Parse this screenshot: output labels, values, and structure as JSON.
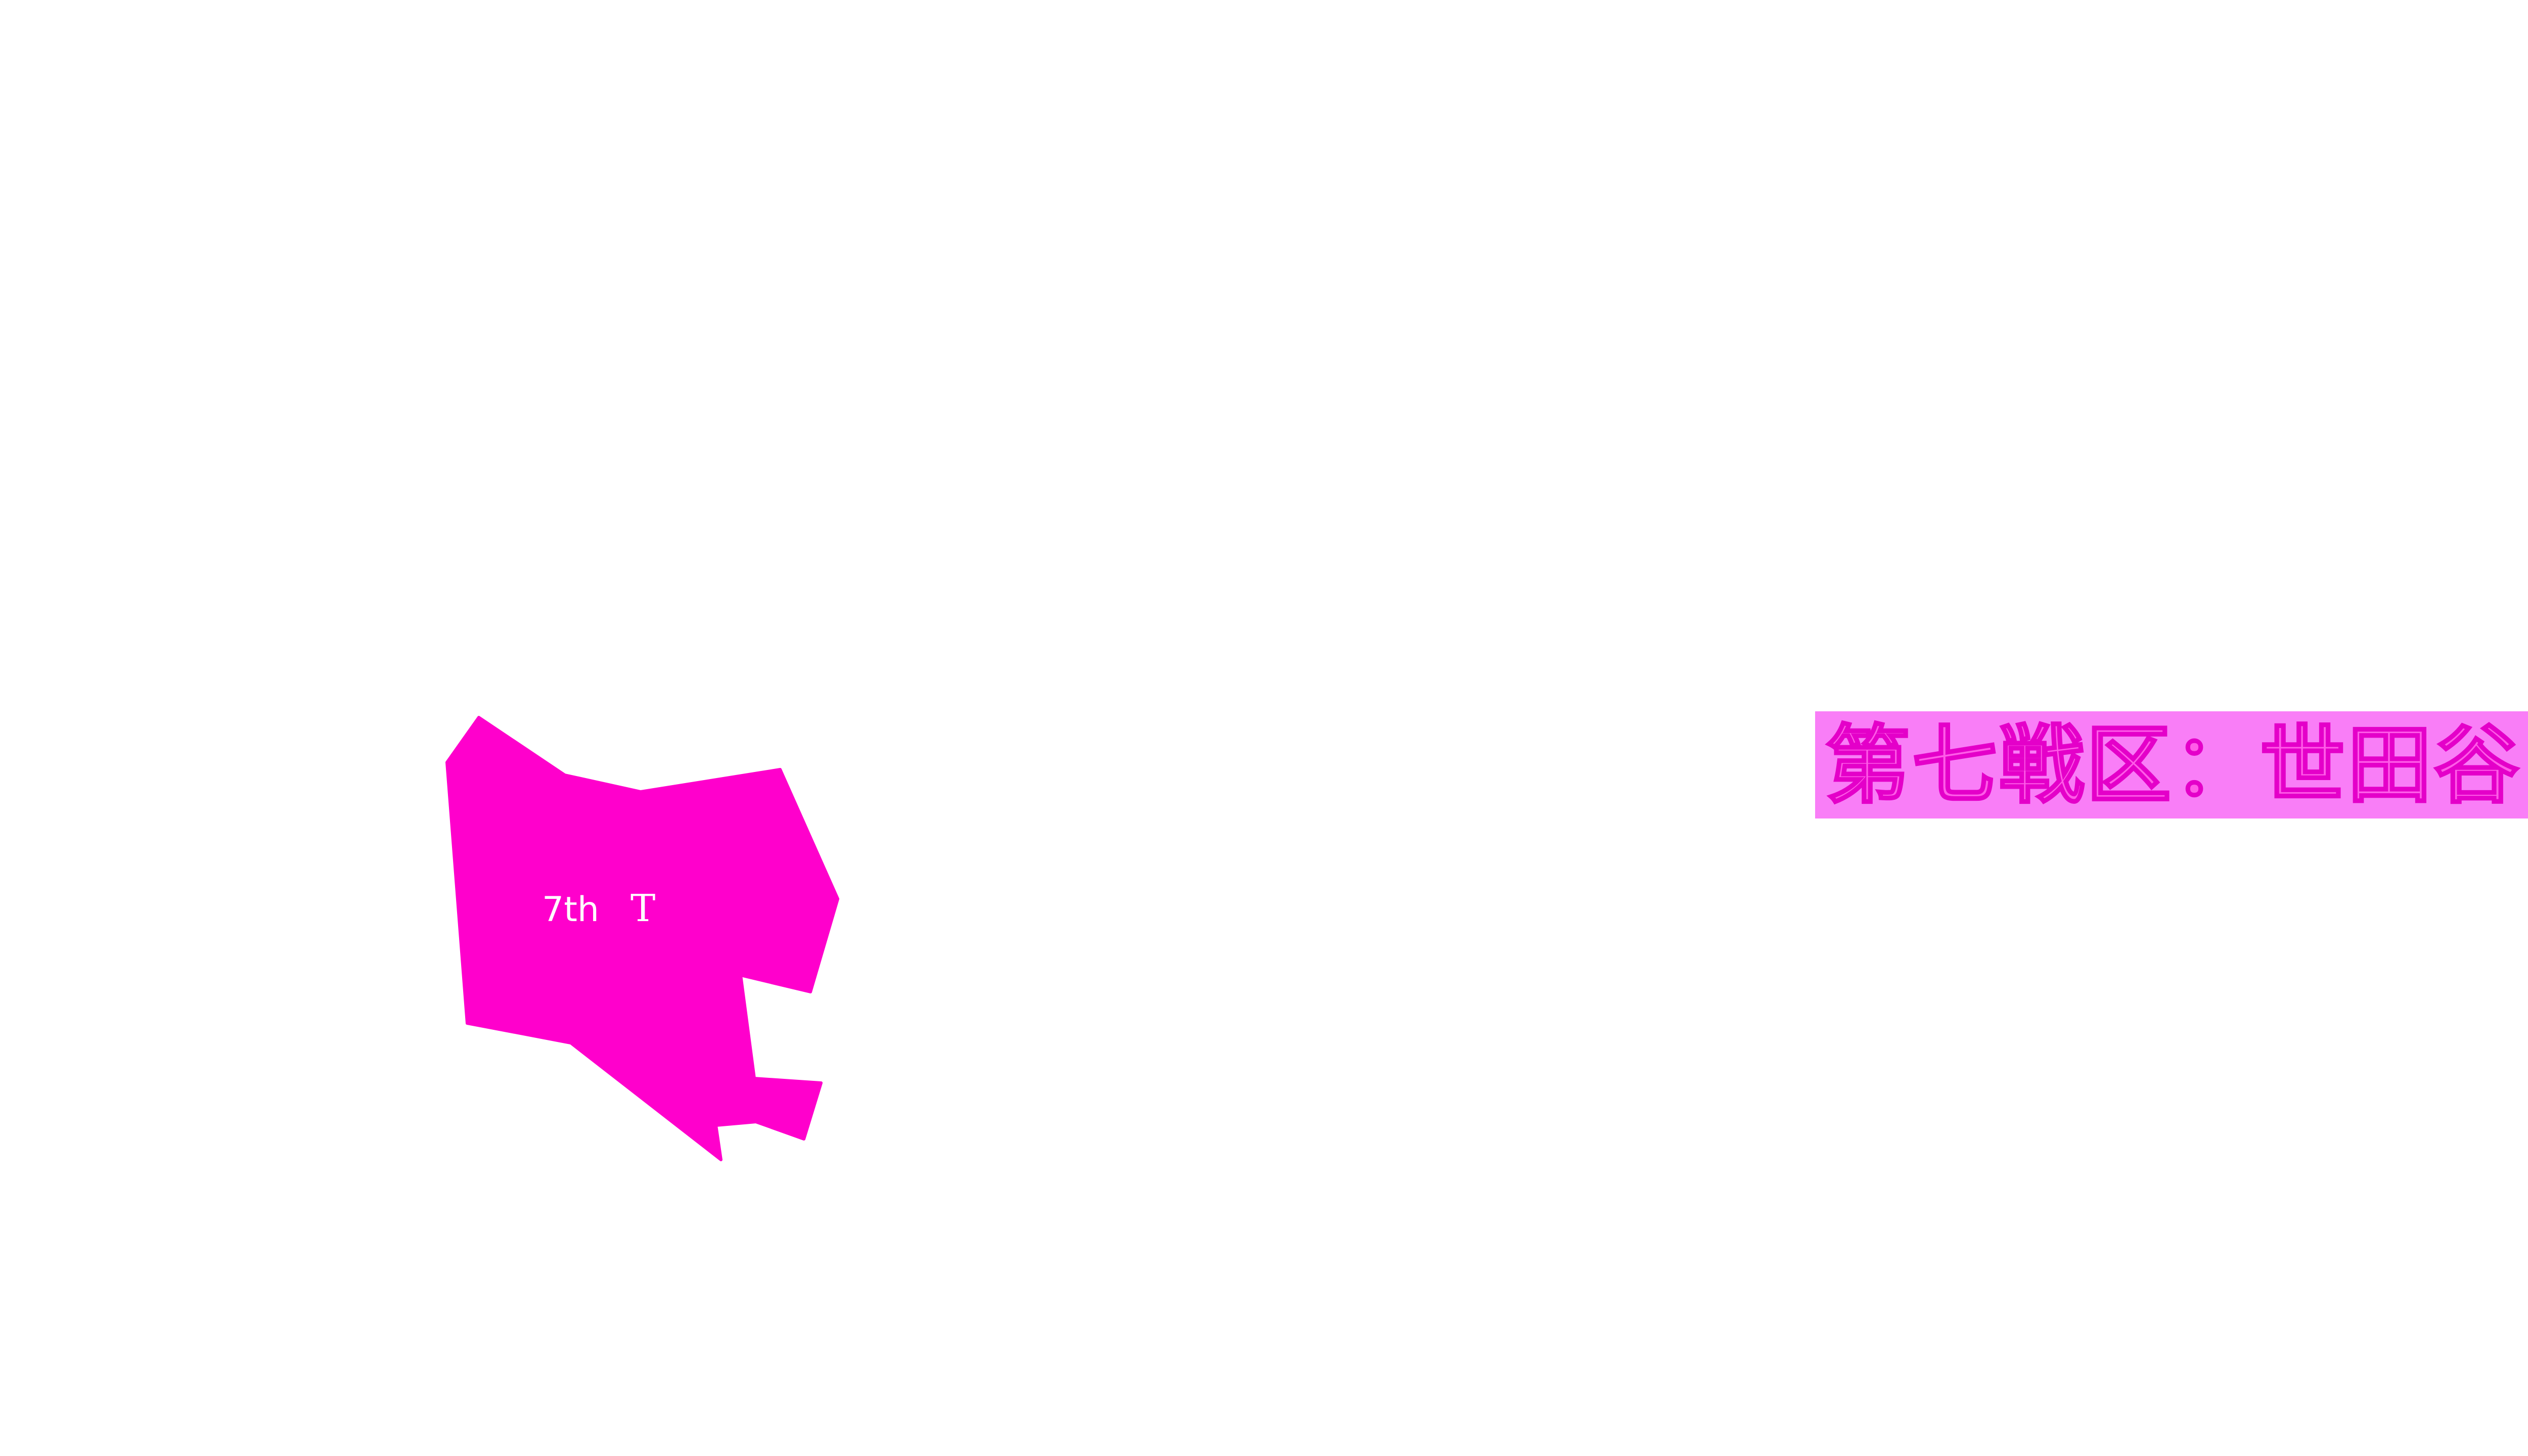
{
  "map": {
    "district_rank_label": "7th",
    "district_initial": "T",
    "district_color": "#ff00cc"
  },
  "banner": {
    "district_title": "第七戦区：世田谷",
    "badge_color": "#f97ef7",
    "text_color": "#ff5ce8",
    "outline_color": "#e400c9"
  }
}
